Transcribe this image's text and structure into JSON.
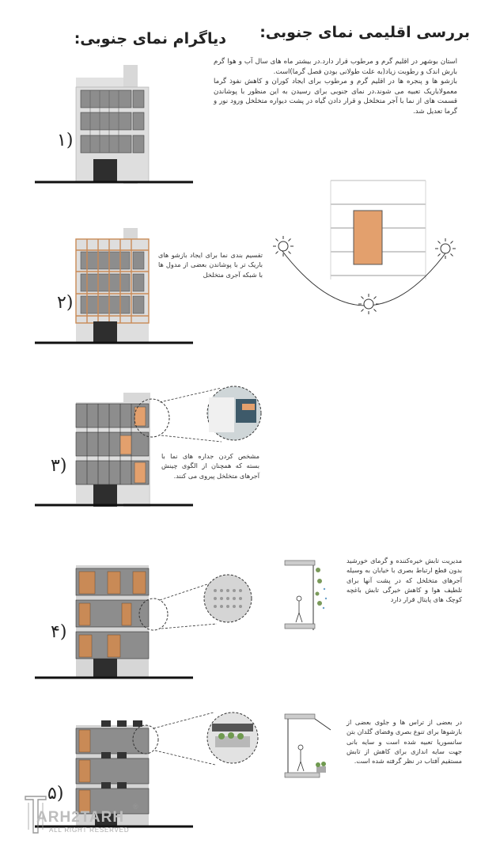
{
  "titles": {
    "climate": "بررسی اقلیمی نمای جنوبی:",
    "diagram": "دیاگرام نمای جنوبی:"
  },
  "intro": {
    "p1": "استان بوشهر در اقلیم گرم و مرطوب قرار دارد.در بیشتر ماه های سال آب و هوا گرم بارش اندک و رطوبت زیاد(به علت طولانی بودن فصل گرما)است.",
    "p2": "بازشو ها و پنجره ها در اقلیم گرم و مرطوب برای ایجاد کوران و کاهش نفوذ گرما معمولاباریک تعبیه می شوند.در نمای جنوبی برای رسیدن به این منظور با پوشاندن قسمت های از نما با آجر متخلخل و قرار دادن گیاه در پشت دیواره متخلخل ورود نور و گرما تعدیل شد."
  },
  "steps": [
    {
      "num": "۱)",
      "note": ""
    },
    {
      "num": "۲)",
      "note": "تقسیم بندی نما برای ایجاد بازشو های باریک تر با پوشاندن بعضی از مدول ها با شبکه آجری متخلخل"
    },
    {
      "num": "۳)",
      "note": "مشخص کردن جداره های نما با بسته که همچنان از الگوی چینش آجرهای متخلخل پیروی می کنند."
    },
    {
      "num": "۴)",
      "note": "مدیریت تابش خیره‌کننده و گرمای خورشید بدون قطع ارتباط بصری با خیابان به وسیله آجرهای متخلخل که در پشت آنها برای تلطیف هوا و کاهش خیرگی تابش باغچه کوچک های پایتال قرار دارد"
    },
    {
      "num": "۵)",
      "note": "در بعضی از تراس ها و جلوی بعضی از بازشوها برای تنوع بصری وفضای گلدان بتن سانسوریا تعبیه شده است و سایه بانی جهت سایه اندازی برای کاهش از تابش مستقیم آفتاب در نظر گرفته شده است."
    }
  ],
  "watermark": {
    "brand": "ARH2TARH",
    "rights": "ALL RIGHT RESERVED",
    "reg": "®"
  },
  "colors": {
    "brick": "#e3a06d",
    "frame": "#c98a56",
    "glass": "#8d8d8d",
    "concrete": "#d8d8d8",
    "dark": "#2e2e2e"
  }
}
